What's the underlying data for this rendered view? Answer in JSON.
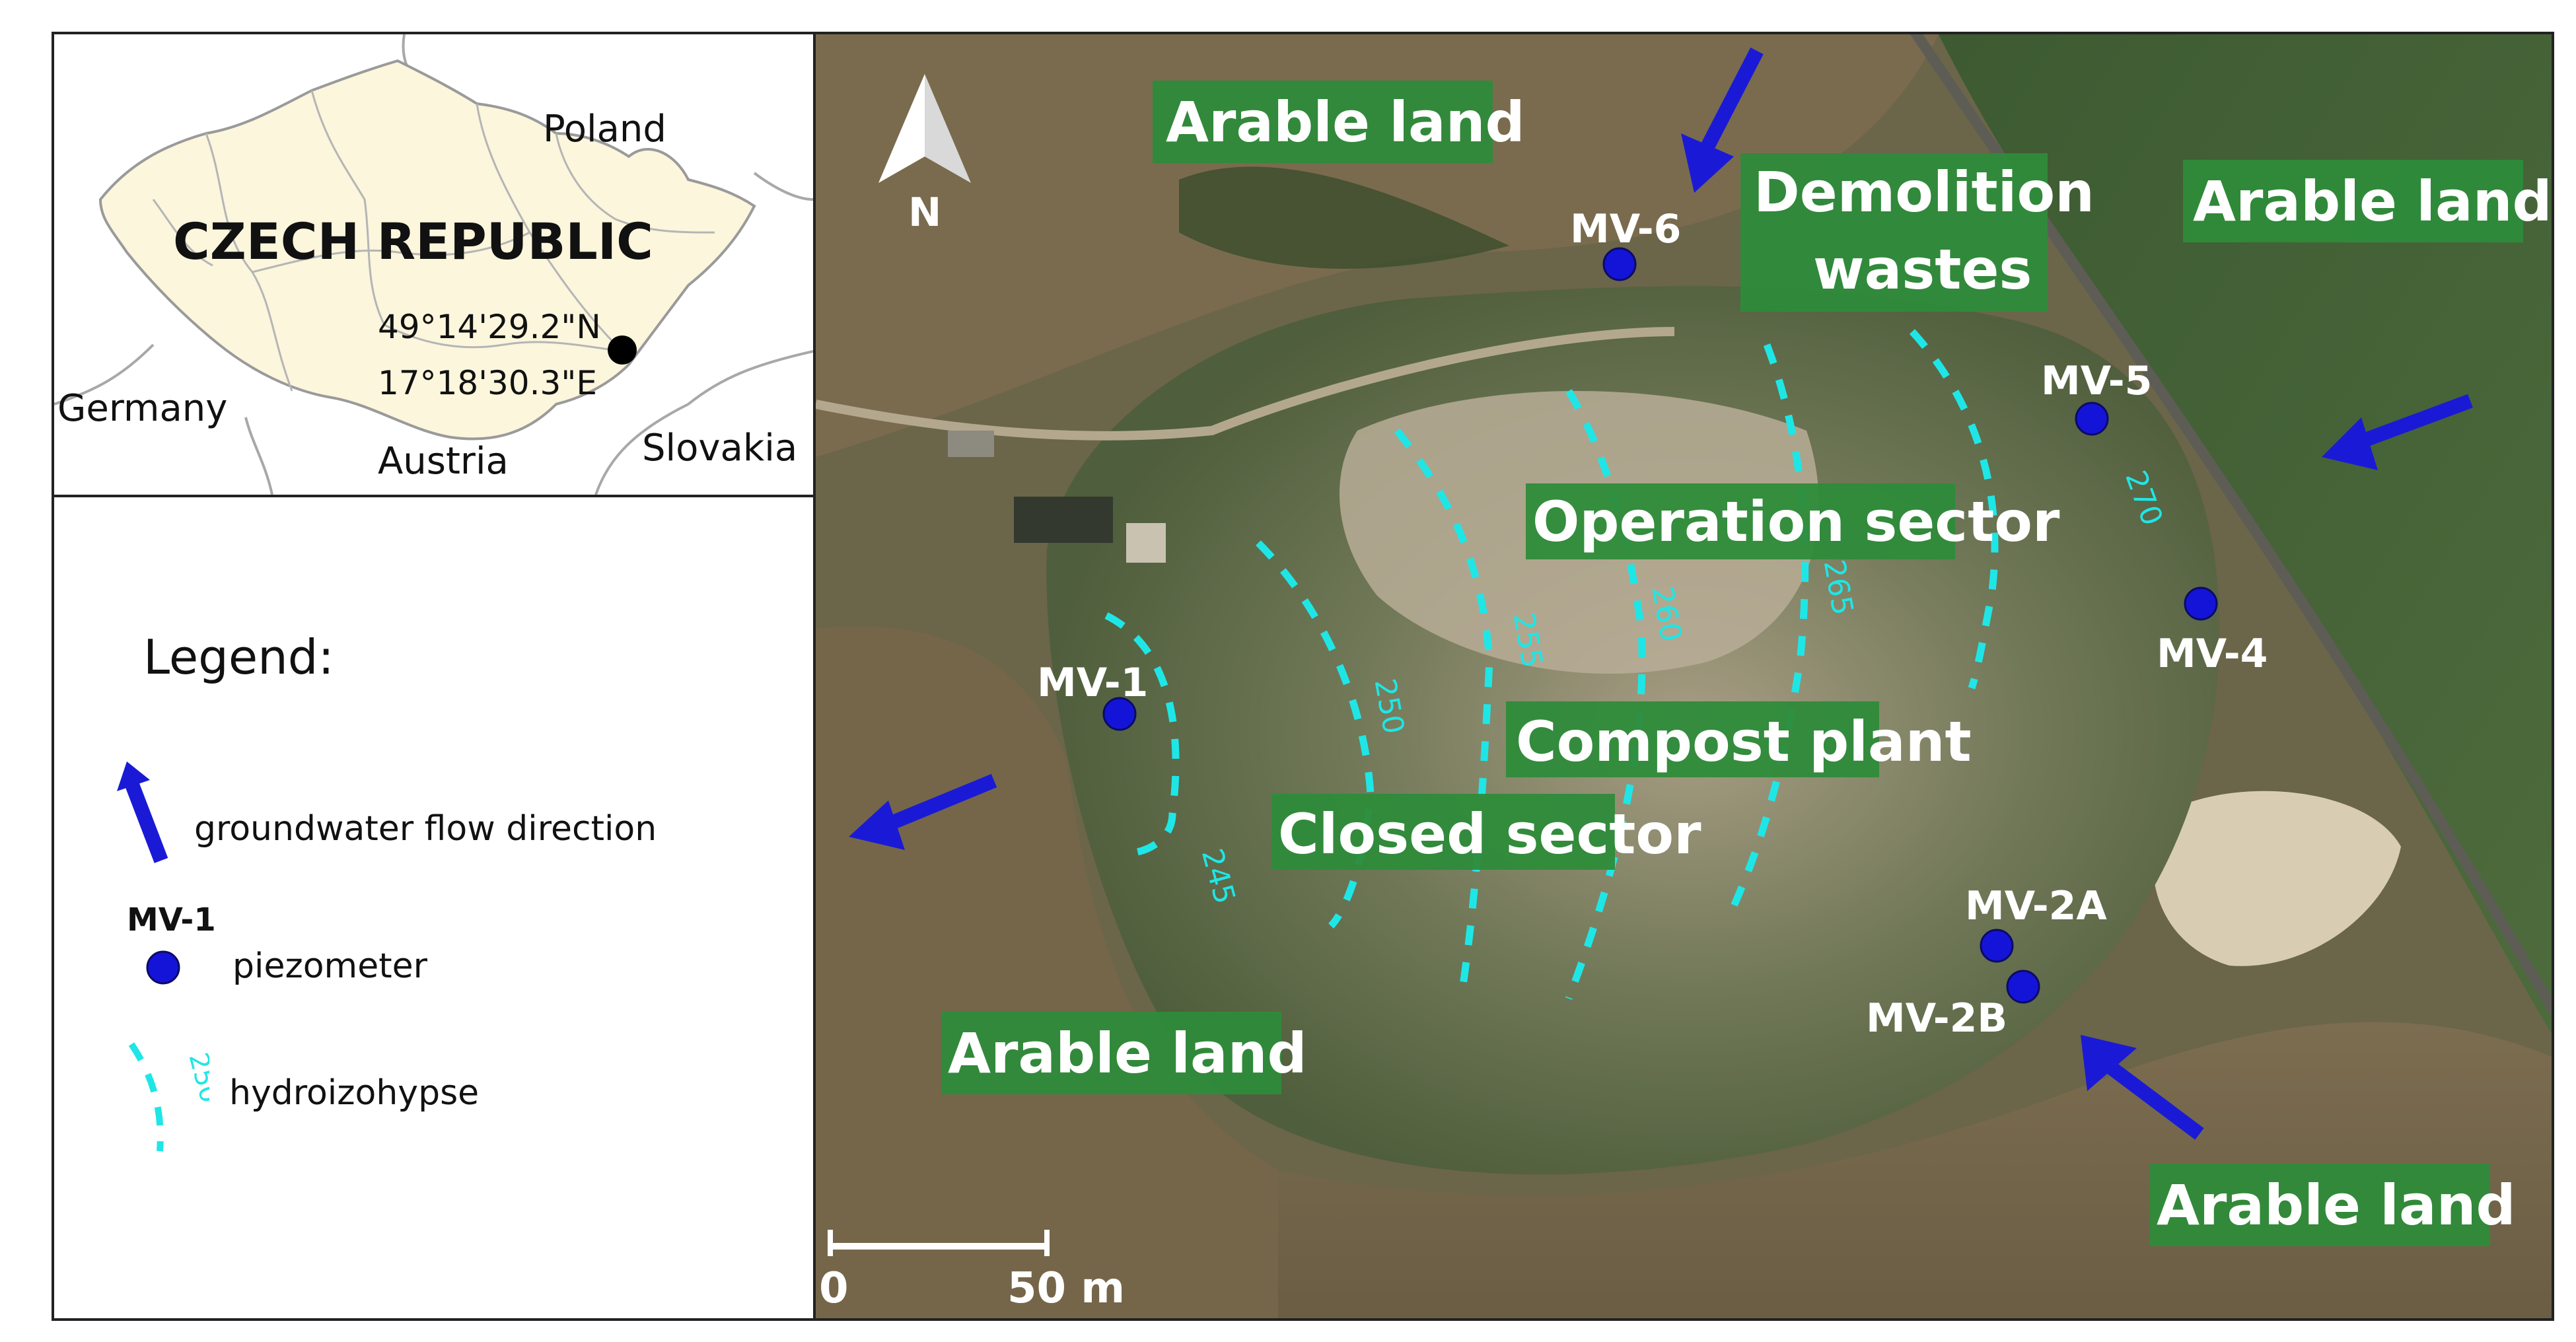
{
  "inset": {
    "country": "CZECH REPUBLIC",
    "neighbors": {
      "poland": "Poland",
      "germany": "Germany",
      "austria": "Austria",
      "slovakia": "Slovakia"
    },
    "coord_lat": "49°14'29.2\"N",
    "coord_lon": "17°18'30.3\"E",
    "colors": {
      "land": "#fbf6dc",
      "border": "#9e9e9e",
      "outside": "#ffffff"
    }
  },
  "legend": {
    "title": "Legend:",
    "flow_label": "groundwater flow direction",
    "piezo_sample_id": "MV-1",
    "piezo_label": "piezometer",
    "iso_sample_value": "250",
    "iso_label": "hydroizohypse"
  },
  "map": {
    "north_label": "N",
    "scale_zero": "0",
    "scale_end": "50 m",
    "area_labels": {
      "arable_nw": "Arable land",
      "arable_ne": "Arable land",
      "arable_sw": "Arable land",
      "arable_se": "Arable land",
      "demolition_line1": "Demolition",
      "demolition_line2": "wastes",
      "operation": "Operation sector",
      "compost": "Compost plant",
      "closed": "Closed sector"
    },
    "piezometers": {
      "mv1": "MV-1",
      "mv2a": "MV-2A",
      "mv2b": "MV-2B",
      "mv4": "MV-4",
      "mv5": "MV-5",
      "mv6": "MV-6"
    },
    "contours": {
      "c245": "245",
      "c250": "250",
      "c255": "255",
      "c260": "260",
      "c265": "265",
      "c270": "270"
    },
    "colors": {
      "label_bg": "#2e8b3a",
      "piezometer": "#1414d8",
      "arrow": "#1a1ad6",
      "contour": "#1fe6e6"
    }
  }
}
